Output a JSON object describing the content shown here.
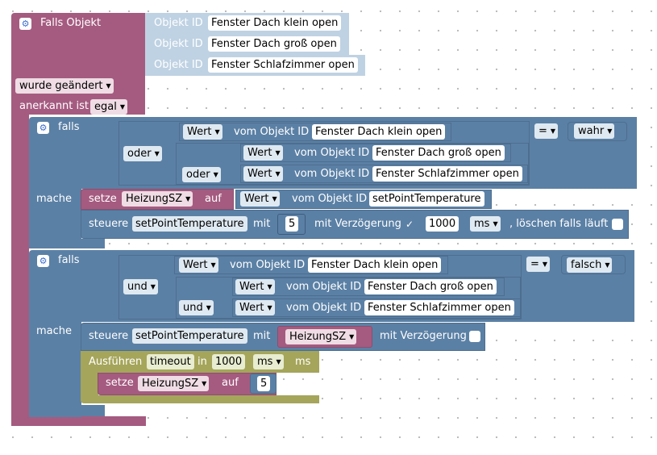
{
  "trigger": {
    "title": "Falls Objekt",
    "objekt_id_label": "Objekt ID",
    "ids": [
      "Fenster Dach klein open",
      "Fenster Dach groß open",
      "Fenster Schlafzimmer open"
    ],
    "changed_dropdown": "wurde geändert",
    "ack_label": "anerkannt ist",
    "ack_dropdown": "egal"
  },
  "if1": {
    "falls_label": "falls",
    "cond1": {
      "wert": "Wert",
      "vom": "vom Objekt ID",
      "id": "Fenster Dach klein open"
    },
    "or_op": "oder",
    "cond2": {
      "wert": "Wert",
      "vom": "vom Objekt ID",
      "id": "Fenster Dach groß open"
    },
    "or_op2": "oder",
    "cond3": {
      "wert": "Wert",
      "vom": "vom Objekt ID",
      "id": "Fenster Schlafzimmer open"
    },
    "compare": "=",
    "bool": "wahr",
    "mache_label": "mache",
    "set": {
      "label": "setze",
      "var": "HeizungSZ",
      "auf": "auf",
      "wert": "Wert",
      "vom": "vom Objekt ID",
      "id": "setPointTemperature"
    },
    "control": {
      "label": "steuere",
      "target": "setPointTemperature",
      "mit": "mit",
      "value": "5",
      "delay_label": "mit Verzögerung",
      "delay_checked": "✓",
      "delay_value": "1000",
      "unit": "ms",
      "clear_label": ", löschen falls läuft"
    }
  },
  "if2": {
    "falls_label": "falls",
    "cond1": {
      "wert": "Wert",
      "vom": "vom Objekt ID",
      "id": "Fenster Dach klein open"
    },
    "and_op": "und",
    "cond2": {
      "wert": "Wert",
      "vom": "vom Objekt ID",
      "id": "Fenster Dach groß open"
    },
    "and_op2": "und",
    "cond3": {
      "wert": "Wert",
      "vom": "vom Objekt ID",
      "id": "Fenster Schlafzimmer open"
    },
    "compare": "=",
    "bool": "falsch",
    "mache_label": "mache",
    "control": {
      "label": "steuere",
      "target": "setPointTemperature",
      "mit": "mit",
      "var": "HeizungSZ",
      "delay_label": "mit Verzögerung"
    },
    "timeout": {
      "label": "Ausführen",
      "name": "timeout",
      "in": "in",
      "value": "1000",
      "unit_dropdown": "ms",
      "unit": "ms"
    },
    "set": {
      "label": "setze",
      "var": "HeizungSZ",
      "auf": "auf",
      "value": "5"
    }
  },
  "colors": {
    "trigger": "#a55b80",
    "logic": "#5b80a5",
    "timeout": "#a5a55b",
    "objectid": "#bfd2e3"
  }
}
